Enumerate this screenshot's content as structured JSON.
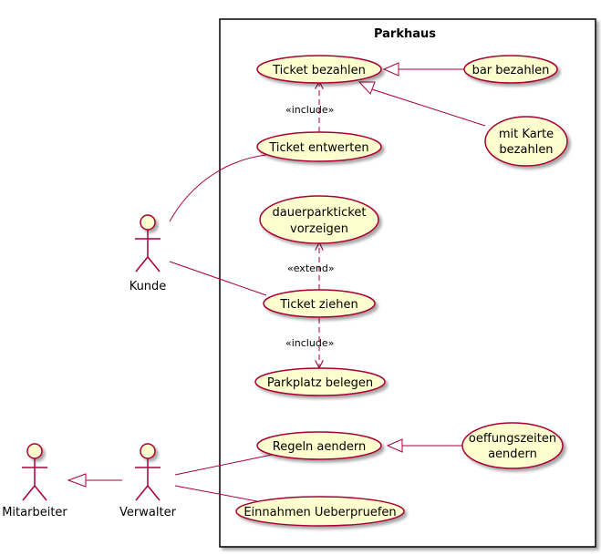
{
  "system": {
    "title": "Parkhaus"
  },
  "actors": {
    "kunde": "Kunde",
    "mitarbeiter": "Mitarbeiter",
    "verwalter": "Verwalter"
  },
  "usecases": {
    "ticket_bezahlen": "Ticket bezahlen",
    "bar_bezahlen": "bar bezahlen",
    "mit_karte_line1": "mit Karte",
    "mit_karte_line2": "bezahlen",
    "ticket_entwerten": "Ticket entwerten",
    "dauerpark_line1": "dauerparkticket",
    "dauerpark_line2": "vorzeigen",
    "ticket_ziehen": "Ticket ziehen",
    "parkplatz_belegen": "Parkplatz belegen",
    "regeln_aendern": "Regeln aendern",
    "oeffnung_line1": "oeffungszeiten",
    "oeffnung_line2": "aendern",
    "einnahmen": "Einnahmen Ueberpruefen"
  },
  "relations": {
    "include_1": "«include»",
    "extend_1": "«extend»",
    "include_2": "«include»"
  },
  "colors": {
    "usecase_fill": "#FEFECE",
    "border": "#A80036",
    "frame": "#000000"
  }
}
